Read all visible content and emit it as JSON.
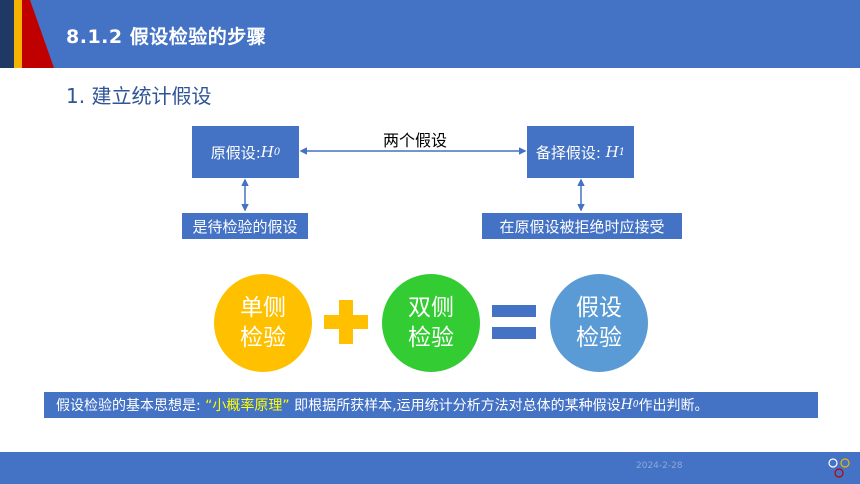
{
  "header": {
    "title": "8.1.2  假设检验的步骤"
  },
  "section": {
    "title": "1.  建立统计假设"
  },
  "hypotheses": {
    "null": {
      "label": "原假设:",
      "symbol": "H",
      "sub": "0",
      "note": "是待检验的假设"
    },
    "alt": {
      "label": "备择假设: ",
      "symbol": "H",
      "sub": "1",
      "note": "在原假设被拒绝时应接受"
    },
    "connector": "两个假设"
  },
  "equation": {
    "one_sided": [
      "单侧",
      "检验"
    ],
    "two_sided": [
      "双侧",
      "检验"
    ],
    "result": [
      "假设",
      "检验"
    ],
    "plus_sign": "+",
    "equals_sign": "="
  },
  "principle": {
    "prefix": "假设检验的基本思想是: ",
    "highlight": "“小概率原理”",
    "middle": " 即根据所获样本,运用统计分析方法对总体的某种假设",
    "symbol": "H",
    "sub": "0",
    "suffix": "作出判断。"
  },
  "footer": {
    "date": "2024-2-28"
  },
  "colors": {
    "primary": "#4472c4",
    "one_sided": "#ffc000",
    "two_sided": "#33cc33",
    "result": "#5b9bd5",
    "plus": "#ffc000",
    "equals": "#4472c4",
    "highlight": "#ffff00"
  }
}
